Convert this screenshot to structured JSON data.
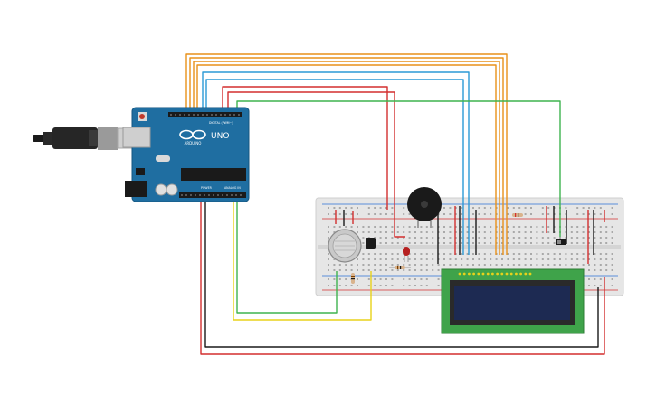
{
  "arduino": {
    "model": "UNO",
    "brand": "ARDUINO",
    "digital_label": "DIGITAL (PWM~)",
    "power_label": "POWER",
    "analog_label": "ANALOG IN",
    "board_color": "#1f6ea1",
    "header_color": "#1a1a1a"
  },
  "colors": {
    "wire_orange": "#e8911a",
    "wire_blue": "#2b9ad6",
    "wire_red": "#d32f2f",
    "wire_green": "#3fb34f",
    "wire_yellow": "#e8d21a",
    "wire_black": "#1a1a1a",
    "breadboard": "#e6e6e6",
    "lcd_board": "#3fa34a",
    "lcd_screen": "#1d2a52",
    "led": "#b62020",
    "buzzer": "#1a1a1a",
    "gas_sensor": "#c9c9c9"
  },
  "components": [
    {
      "id": "arduino",
      "icon": "arduino-uno-board-icon"
    },
    {
      "id": "usb",
      "icon": "usb-cable-icon"
    },
    {
      "id": "breadboard",
      "icon": "breadboard-icon"
    },
    {
      "id": "buzzer",
      "icon": "piezo-buzzer-icon"
    },
    {
      "id": "gas-sensor",
      "icon": "gas-sensor-icon"
    },
    {
      "id": "led",
      "icon": "led-icon"
    },
    {
      "id": "lcd",
      "icon": "lcd-16x2-icon"
    },
    {
      "id": "slide-switch",
      "icon": "slide-switch-icon"
    },
    {
      "id": "resistors",
      "icon": "resistor-icon"
    }
  ]
}
